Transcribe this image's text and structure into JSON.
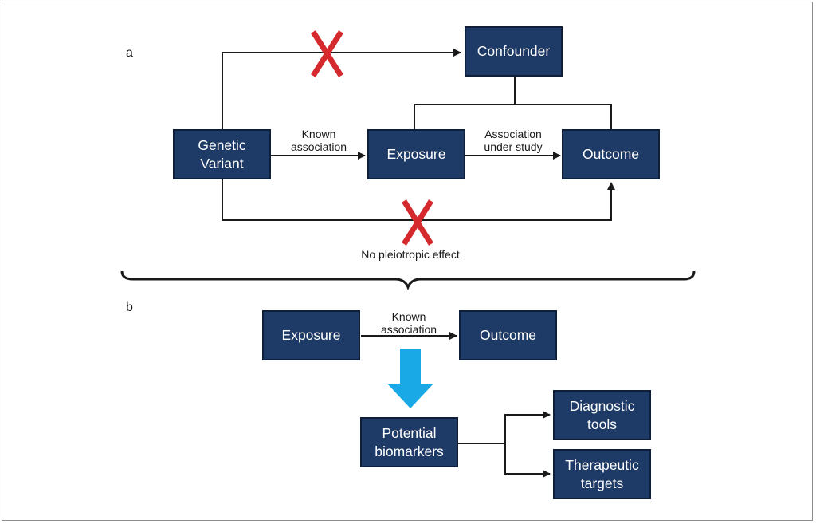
{
  "panel_a": {
    "label": "a",
    "nodes": {
      "confounder": "Confounder",
      "genetic_variant": "Genetic\nVariant",
      "exposure": "Exposure",
      "outcome": "Outcome"
    },
    "edges": {
      "known_association": "Known\nassociation",
      "association_under_study": "Association\nunder study",
      "no_pleiotropic_effect": "No pleiotropic effect"
    }
  },
  "panel_b": {
    "label": "b",
    "nodes": {
      "exposure": "Exposure",
      "outcome": "Outcome",
      "potential_biomarkers": "Potential\nbiomarkers",
      "diagnostic_tools": "Diagnostic\ntools",
      "therapeutic_targets": "Therapeutic\ntargets"
    },
    "edges": {
      "known_association": "Known\nassociation"
    }
  },
  "colors": {
    "box_fill": "#1e3a66",
    "blocked_mark": "#d42a2e",
    "flow_arrow": "#19a9e6",
    "line": "#1a1a1a"
  }
}
